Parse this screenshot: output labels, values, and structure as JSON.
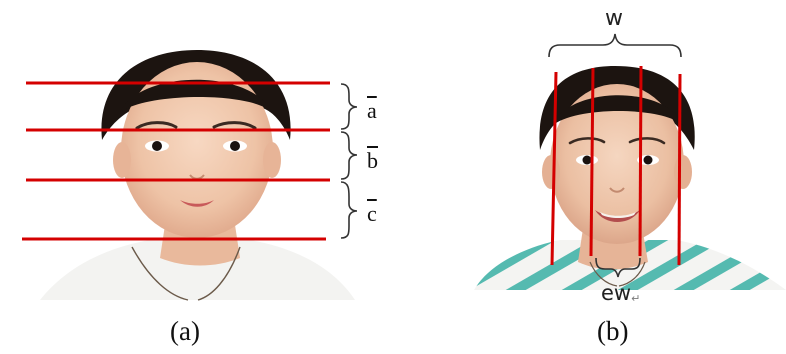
{
  "panels": [
    {
      "caption": "(a)",
      "brace_labels": [
        "a",
        "b",
        "c"
      ],
      "image": "face-photo-horizontal-lines"
    },
    {
      "caption": "(b)",
      "top_label": "w",
      "bottom_label": "ew",
      "bottom_mark": "↵",
      "image": "face-photo-vertical-lines"
    }
  ],
  "colors": {
    "line_red": "#d40000",
    "hair": "#1c1410",
    "skin": "#f0c9ae",
    "shirt_white": "#f2f2f0",
    "shirt_stripe": "#4fb7ad",
    "brace": "#333333"
  }
}
